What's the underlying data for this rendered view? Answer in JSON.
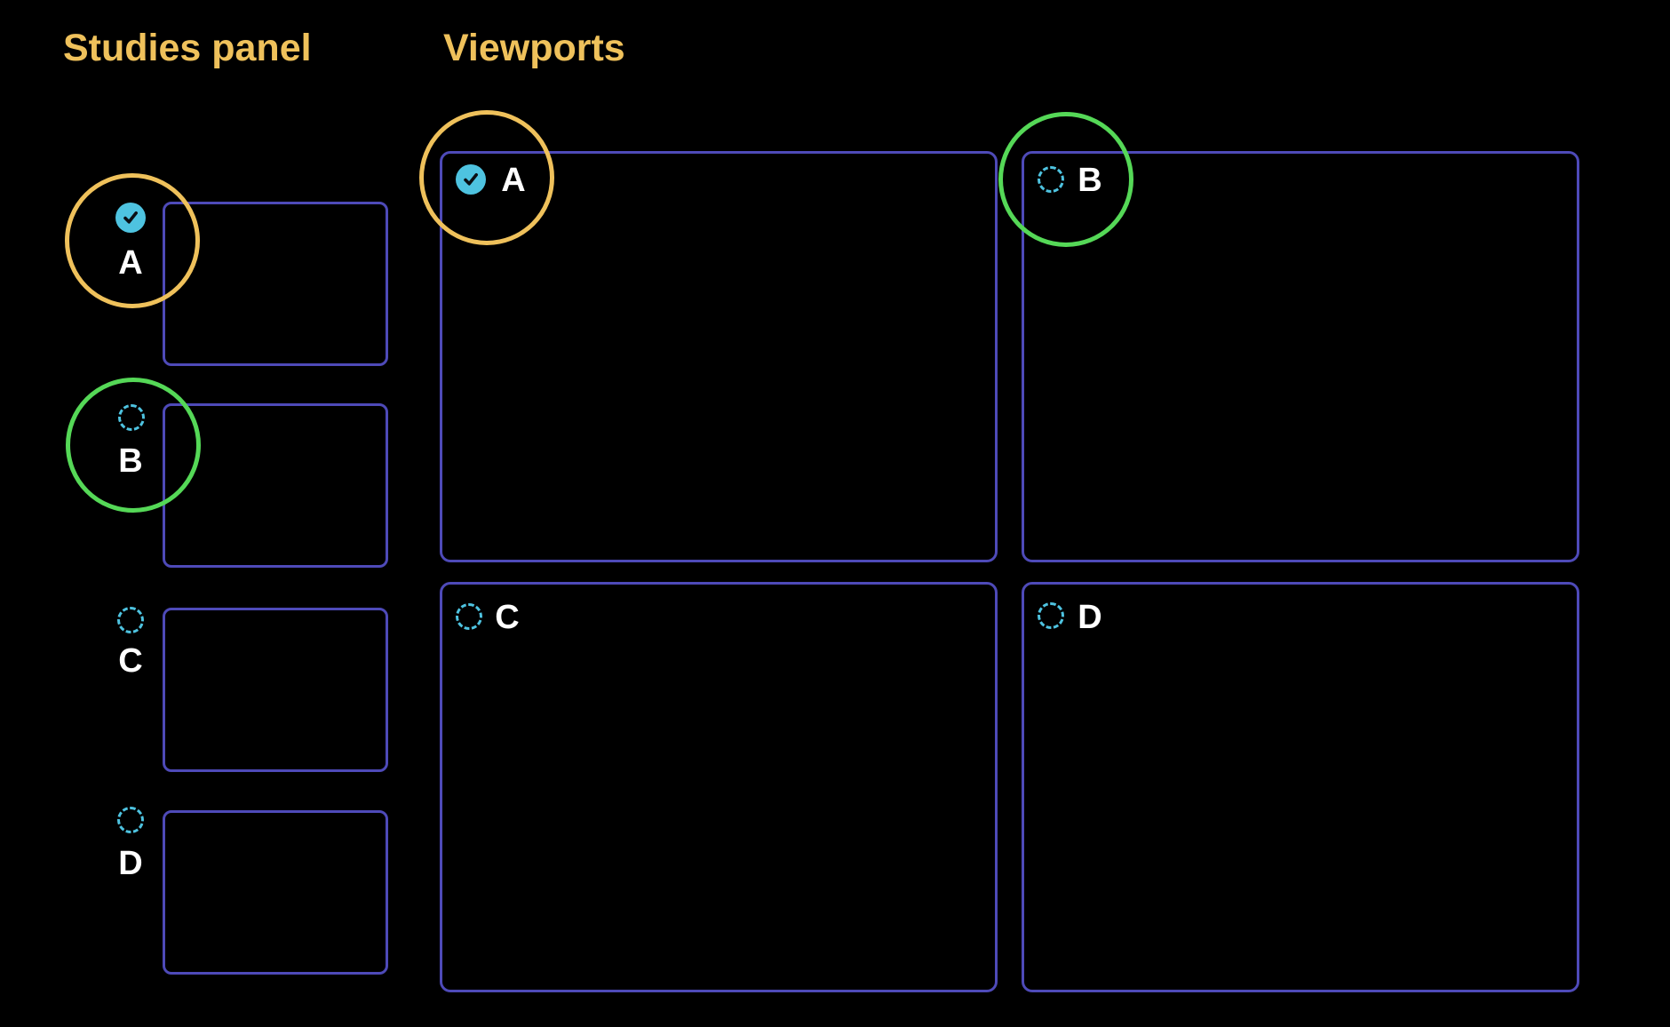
{
  "studies_panel": {
    "title": "Studies panel",
    "items": [
      {
        "label": "A",
        "state": "tracked",
        "icon": "check-circle-icon",
        "highlight_ring": "yellow"
      },
      {
        "label": "B",
        "state": "untracked",
        "icon": "dashed-circle-icon",
        "highlight_ring": "green"
      },
      {
        "label": "C",
        "state": "untracked",
        "icon": "dashed-circle-icon",
        "highlight_ring": "none"
      },
      {
        "label": "D",
        "state": "untracked",
        "icon": "dashed-circle-icon",
        "highlight_ring": "none"
      }
    ]
  },
  "viewports_panel": {
    "title": "Viewports",
    "items": [
      {
        "label": "A",
        "state": "tracked",
        "icon": "check-circle-icon",
        "highlight_ring": "yellow"
      },
      {
        "label": "B",
        "state": "untracked",
        "icon": "dashed-circle-icon",
        "highlight_ring": "green"
      },
      {
        "label": "C",
        "state": "untracked",
        "icon": "dashed-circle-icon",
        "highlight_ring": "none"
      },
      {
        "label": "D",
        "state": "untracked",
        "icon": "dashed-circle-icon",
        "highlight_ring": "none"
      }
    ]
  },
  "colors": {
    "background": "#000000",
    "title_text": "#EFC15B",
    "box_border": "#4E4AB8",
    "status_teal": "#4EC3E0",
    "letter_text": "#FFFFFF",
    "highlight_yellow": "#EFC15B",
    "highlight_green": "#55D857",
    "checkmark": "#0B0E13"
  }
}
